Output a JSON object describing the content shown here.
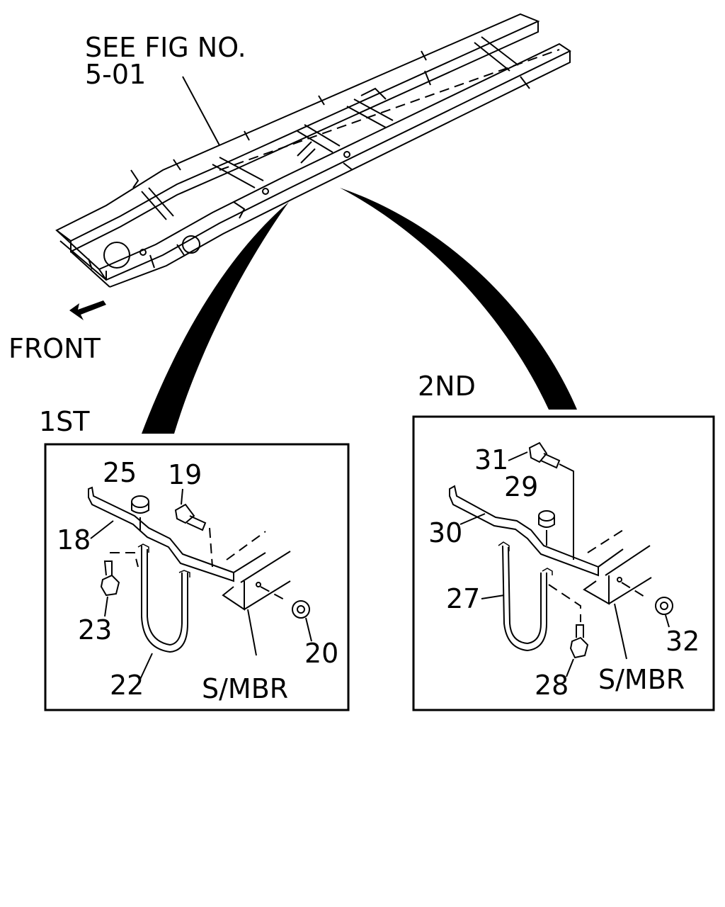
{
  "header": {
    "ref_line1": "SEE FIG NO.",
    "ref_line2": "5-01"
  },
  "front_label": "FRONT",
  "panel_1st": {
    "title": "1ST",
    "callouts": {
      "c25": "25",
      "c19": "19",
      "c18": "18",
      "c23": "23",
      "c22": "22",
      "c20": "20"
    },
    "member_label": "S/MBR"
  },
  "panel_2nd": {
    "title": "2ND",
    "callouts": {
      "c31": "31",
      "c29": "29",
      "c30": "30",
      "c27": "27",
      "c28": "28",
      "c32": "32"
    },
    "member_label": "S/MBR"
  }
}
